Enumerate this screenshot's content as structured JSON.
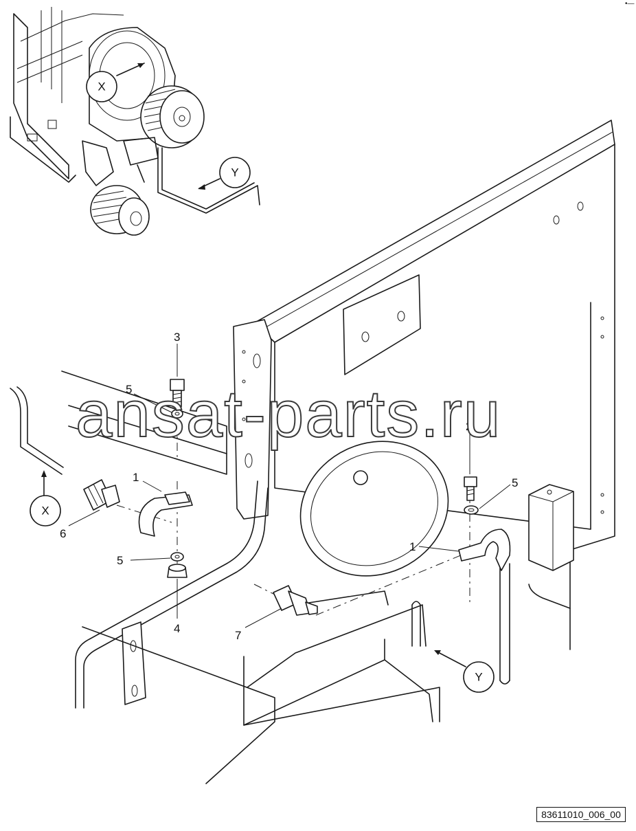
{
  "callouts": {
    "part_1_left": "1",
    "part_1_right": "1",
    "part_2": "2",
    "part_3": "3",
    "part_4": "4",
    "part_5_upper_left": "5",
    "part_5_lower_left": "5",
    "part_5_right": "5",
    "part_6": "6",
    "part_7": "7"
  },
  "view_markers": {
    "x_top": "X",
    "y_top": "Y",
    "x_left": "X",
    "y_right": "Y"
  },
  "watermark": "ansat-parts.ru",
  "drawing_number": "83611010_006_00",
  "corner_mark": "•—"
}
